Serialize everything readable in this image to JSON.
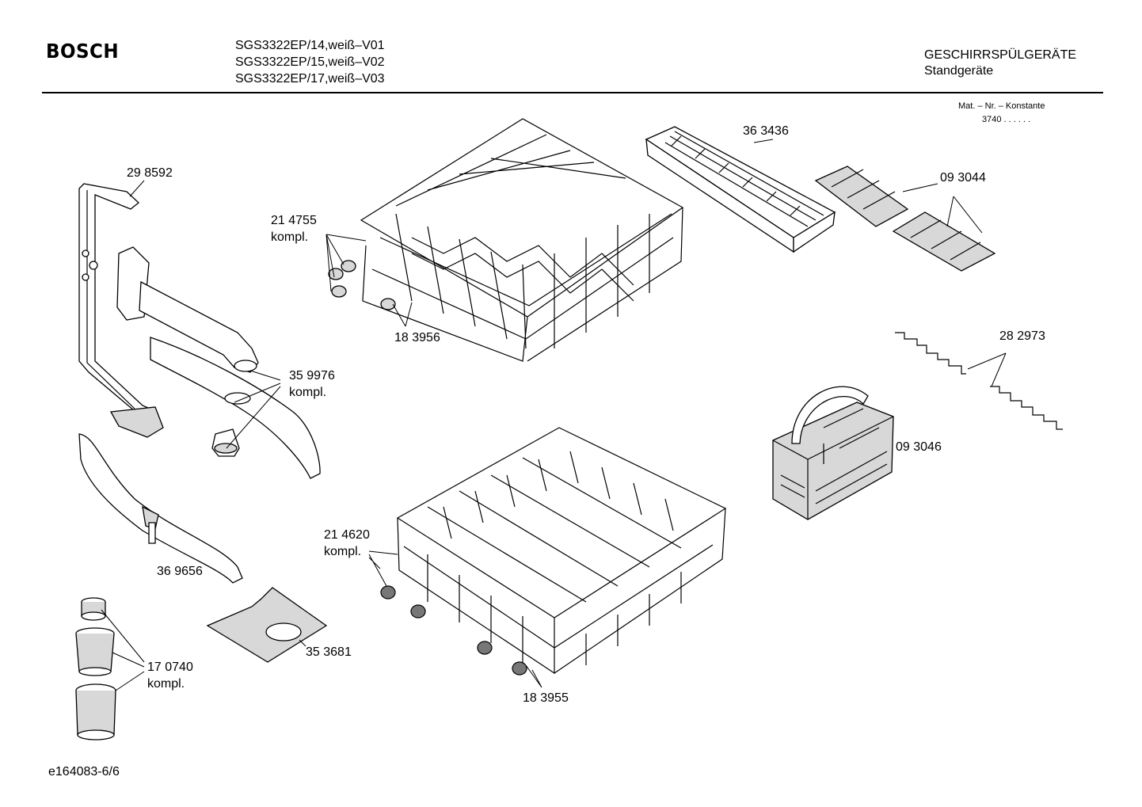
{
  "header": {
    "brand": "BOSCH",
    "models": [
      "SGS3322EP/14,weiß–V01",
      "SGS3322EP/15,weiß–V02",
      "SGS3322EP/17,weiß–V03"
    ],
    "category": "GESCHIRRSPÜLGERÄTE",
    "subcategory": "Standgeräte",
    "mat_label": "Mat. – Nr. – Konstante",
    "mat_value": "3740  .  .   .  .  .  ."
  },
  "parts": {
    "p298592": "29 8592",
    "p214755": "21 4755",
    "p214755_sub": "kompl.",
    "p183956": "18 3956",
    "p363436": "36 3436",
    "p093044": "09 3044",
    "p359976": "35 9976",
    "p359976_sub": "kompl.",
    "p282973": "28 2973",
    "p093046": "09 3046",
    "p214620": "21 4620",
    "p214620_sub": "kompl.",
    "p369656": "36 9656",
    "p353681": "35 3681",
    "p170740": "17 0740",
    "p170740_sub": "kompl.",
    "p183955": "18 3955"
  },
  "footer": {
    "doc_id": "e164083-6/6"
  }
}
